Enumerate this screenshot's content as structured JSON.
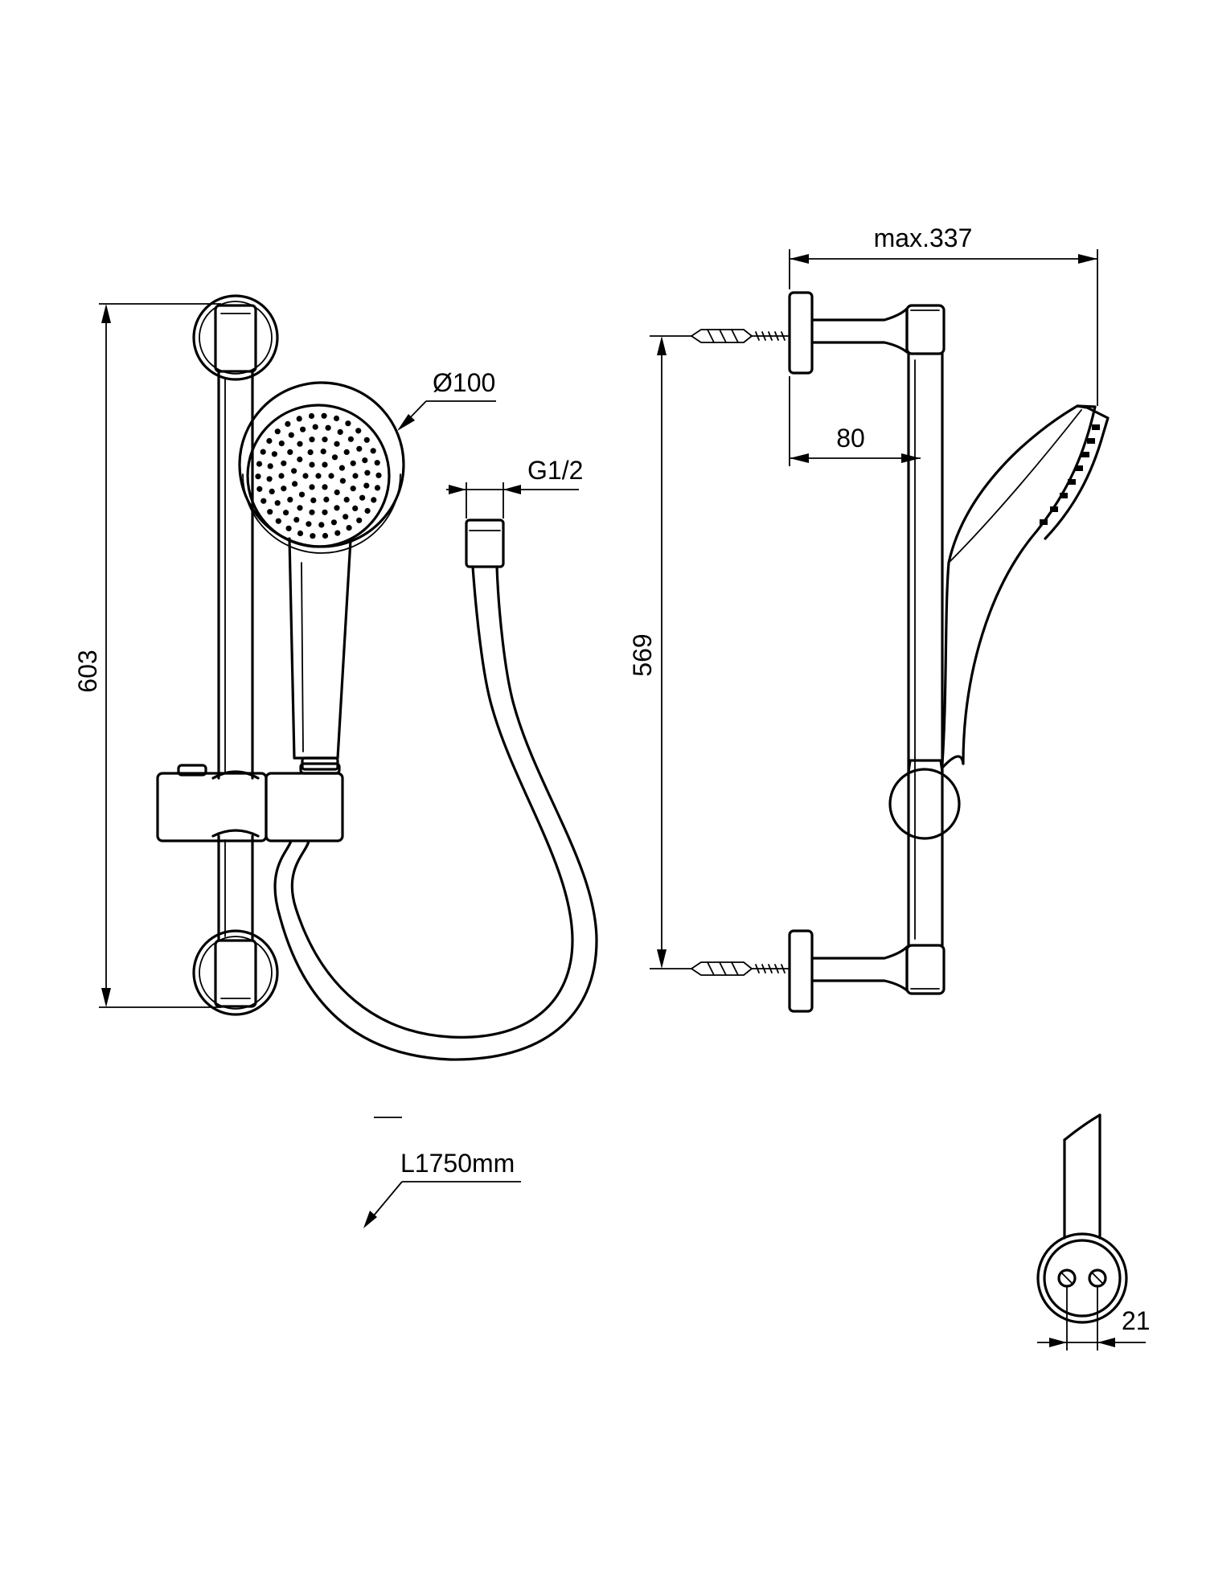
{
  "dimensions": {
    "rail_height_front": "603",
    "rail_height_side": "569",
    "head_diameter": "Ø100",
    "hose_thread": "G1/2",
    "hose_length": "L1750mm",
    "max_projection": "max.337",
    "bracket_depth": "80",
    "rail_diameter": "21"
  }
}
